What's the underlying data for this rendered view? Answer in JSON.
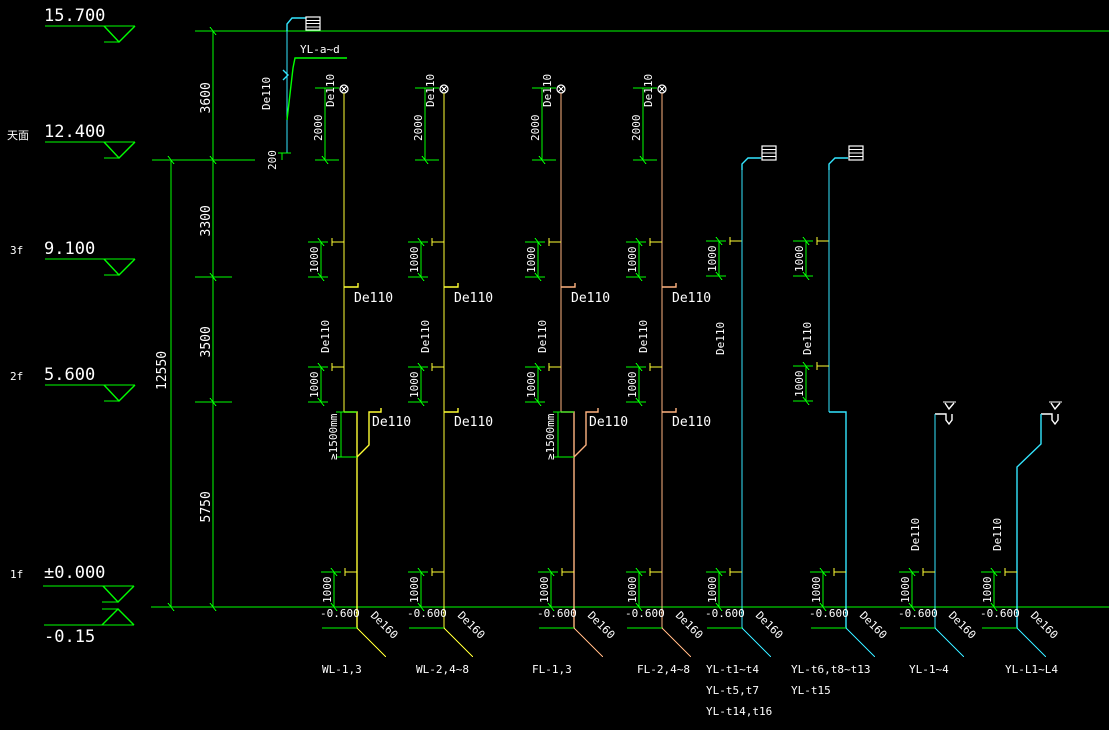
{
  "colors": {
    "background": "#000000",
    "dimension": "#00ff00",
    "text": "#ffffff",
    "waste_pipe": "#ffff33",
    "fouling_pipe": "#ffb380",
    "rain_pipe": "#33e6ff",
    "fitting": "#ffff33"
  },
  "levels": [
    {
      "floor": "",
      "elevation": "15.700"
    },
    {
      "floor": "天面",
      "elevation": "12.400"
    },
    {
      "floor": "3f",
      "elevation": "9.100"
    },
    {
      "floor": "2f",
      "elevation": "5.600"
    },
    {
      "floor": "1f",
      "elevation": "±0.000"
    },
    {
      "floor": "",
      "elevation": "-0.15"
    }
  ],
  "dimensions": {
    "total": "12550",
    "segments": [
      "3600",
      "3300",
      "3500",
      "5750"
    ]
  },
  "roof_vent": {
    "label": "YL-a~d",
    "pipe_size": "De110",
    "offset_dim": "200"
  },
  "common": {
    "stack_size": "De110",
    "branch_size": "De110",
    "outlet_size": "De160",
    "outlet_elevation": "-0.600",
    "checkpoint_dim": "1000",
    "vent_dim": "2000",
    "offset_dim": "≥1500mm"
  },
  "stacks": [
    {
      "type": "waste",
      "color": "#ffff33",
      "labels": [
        "WL-1,3"
      ],
      "vent_cap": true,
      "offset": true
    },
    {
      "type": "waste",
      "color": "#ffff33",
      "labels": [
        "WL-2,4~8"
      ],
      "vent_cap": true,
      "offset": false
    },
    {
      "type": "fouling",
      "color": "#ffb380",
      "labels": [
        "FL-1,3"
      ],
      "vent_cap": true,
      "offset": true
    },
    {
      "type": "fouling",
      "color": "#ffb380",
      "labels": [
        "FL-2,4~8"
      ],
      "vent_cap": true,
      "offset": false
    },
    {
      "type": "rain",
      "color": "#33e6ff",
      "labels": [
        "YL-t1~t4",
        "YL-t5,t7",
        "YL-t14,t16"
      ],
      "variant": "roof-drain"
    },
    {
      "type": "rain",
      "color": "#33e6ff",
      "labels": [
        "YL-t6,t8~t13",
        "YL-t15"
      ],
      "variant": "roof-drain-jog"
    },
    {
      "type": "rain",
      "color": "#33e6ff",
      "labels": [
        "YL-1~4"
      ],
      "variant": "floor-drain"
    },
    {
      "type": "rain",
      "color": "#33e6ff",
      "labels": [
        "YL-L1~L4"
      ],
      "variant": "floor-drain-slant"
    }
  ]
}
